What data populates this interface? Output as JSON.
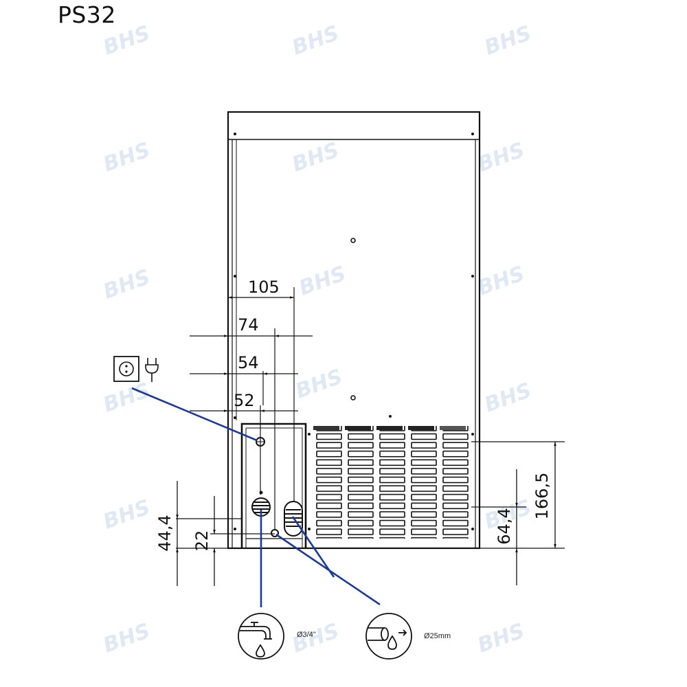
{
  "title": "PS32",
  "watermark": {
    "text": "BHS",
    "color": "#dfe8f3"
  },
  "dimensions": {
    "horizontal": [
      {
        "label": "105",
        "id": "dim-105"
      },
      {
        "label": "74",
        "id": "dim-74"
      },
      {
        "label": "54",
        "id": "dim-54"
      },
      {
        "label": "52",
        "id": "dim-52"
      }
    ],
    "vertical_right": [
      {
        "label": "166,5",
        "id": "dim-166-5"
      },
      {
        "label": "64,4",
        "id": "dim-64-4"
      }
    ],
    "vertical_left": [
      {
        "label": "44,4",
        "id": "dim-44-4"
      },
      {
        "label": "22",
        "id": "dim-22"
      }
    ]
  },
  "connections": {
    "power": {
      "icon": "power-socket-plug-icon"
    },
    "water_inlet": {
      "label": "Ø3/4\"",
      "icon": "water-tap-icon"
    },
    "drain": {
      "label": "Ø25mm",
      "icon": "drain-pipe-icon"
    }
  },
  "colors": {
    "leader_line": "#1f3a8a",
    "drawing": "#111111"
  }
}
